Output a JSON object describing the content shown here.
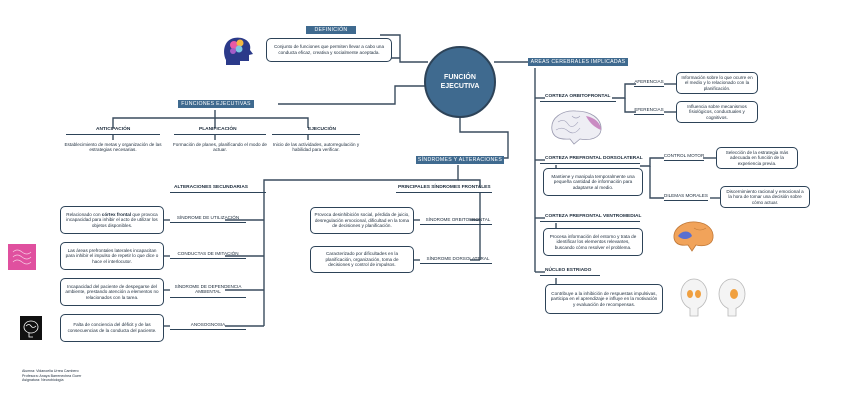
{
  "center": "FUNCIÓN EJECUTIVA",
  "definicion": {
    "label": "DEFINICIÓN",
    "text": "Conjunto de funciones que permiten llevar a cabo una conducta eficaz, creativa y socialmente aceptada."
  },
  "funciones": {
    "label": "FUNCIONES EJECUTIVAS",
    "items": [
      {
        "title": "ANTICIPACIÓN",
        "text": "Establecimiento de metas y organización de las estrategias necesarias."
      },
      {
        "title": "PLANIFICACIÓN",
        "text": "Formación de planes, planificando el modo de actuar."
      },
      {
        "title": "EJECUCIÓN",
        "text": "Inicio de las actividades, autorregulación y habilidad para verificar."
      }
    ]
  },
  "areas": {
    "label": "AREAS CEREBRALES IMPLICADAS",
    "orbitofrontal": {
      "title": "CORTEZA ORBITOFRONTAL",
      "aferencias_label": "AFERENCIAS",
      "aferencias_text": "Información sobre lo que ocurre en el medio y lo relacionado con la planificación.",
      "eferencias_label": "EFERENCIAS",
      "eferencias_text": "Influencia sobre mecanismos fisiológicos, conductuales y cognitivos."
    },
    "dorsolateral": {
      "title": "CORTEZA PREFRONTAL DORSOLATERAL",
      "text": "Mantiene y manipula temporalmente una pequeña cantidad de información para adaptarse al medio.",
      "control_label": "CONTROL MOTOR",
      "control_text": "Selección de la estrategia más adecuada en función de la experiencia previa.",
      "dilemas_label": "DILEMAS MORALES",
      "dilemas_text": "Discernimiento racional y emocional a la hora de tomar una decisión sobre cómo actuar."
    },
    "ventromedial": {
      "title": "CORTEZA PREFRONTAL VENTROMEDIAL",
      "text": "Procesa información del entorno y trata de identificar los elementos relevantes, buscando cómo resolver el problema."
    },
    "estriado": {
      "title": "NÚCLEO ESTRIADO",
      "text": "Contribuye a la inhibición de respuestas impulsivas, participa en el aprendizaje e influye en la motivación y evaluación de recompensas."
    }
  },
  "sindromes": {
    "label": "SÍNDROMES Y ALTERACIONES",
    "alteraciones_label": "ALTERACIONES SECUNDARIAS",
    "alteraciones": [
      {
        "name": "SÍNDROME DE UTILIZACIÓN",
        "pre": "Relacionado con ",
        "bold": "córtex frontal",
        "post": " que provoca incapacidad para inhibir el acto de utilizar los objetos disponibles."
      },
      {
        "name": "CONDUCTAS DE IMITACIÓN",
        "text": "Las áreas prefrontales laterales incapacitan para inhibir el impulso de repetir lo que dice o hace el interlocutor."
      },
      {
        "name": "SÍNDROME DE DEPENDENCIA AMBIENTAL",
        "text": "Incapacidad del paciente de despegarse del ambiente, prestando atención a elementos no relacionados con la tarea."
      },
      {
        "name": "ANOSOGNOSIA",
        "text": "Falta de conciencia del déficit y de las consecuencias de la conducta del paciente."
      }
    ],
    "principales_label": "PRINCIPALES SÍNDROMES FRONTALES",
    "principales": [
      {
        "name": "SÍNDROME ORBITOFRONTAL",
        "text": "Provoca desinhibición social, pérdida de juicio, desregulación emocional, dificultad en la toma de decisiones y planificación."
      },
      {
        "name": "SÍNDROME DORSOLATERAL",
        "text": "Caracterizado por dificultades en la planificación, organización, toma de decisiones y control de impulsos."
      }
    ]
  },
  "footer": [
    "Alumna: Vidanoelia Urrea Cambero",
    "Profesora: Anaya Barrenechea Guerr",
    "Asignatura: Neurobiología"
  ],
  "colors": {
    "ribbon": "#3f6a8f",
    "center": "#3f6a8f",
    "line": "#2d4358",
    "accent_pink": "#e0509f"
  }
}
